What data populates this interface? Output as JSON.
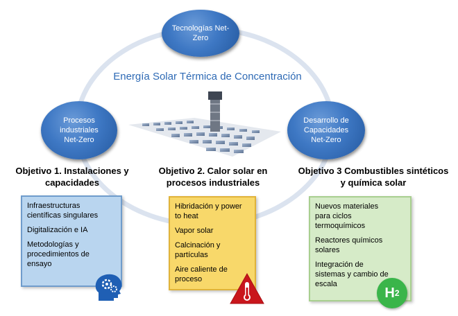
{
  "center_title": "Energía Solar Térmica de Concentración",
  "bubbles": {
    "top": "Tecnologías Net-\nZero",
    "left": "Procesos\nindustriales\nNet-Zero",
    "right": "Desarrollo de\nCapacidades\nNet-Zero"
  },
  "objectives": [
    {
      "title_line1": "Objetivo 1. Instalaciones y",
      "title_line2": "capacidades",
      "items": [
        "Infraestructuras\ncientíficas singulares",
        "Digitalización e IA",
        "Metodologías y\nprocedimientos de\nensayo"
      ],
      "icon": "brain-gears-icon",
      "color": "#b9d5ef"
    },
    {
      "title_line1": "Objetivo 2. Calor solar en",
      "title_line2": "procesos industriales",
      "items": [
        "Hibridación y power\nto heat",
        "Vapor solar",
        "Calcinación y\npartículas",
        "Aire caliente de\nproceso"
      ],
      "icon": "thermometer-warning-icon",
      "color": "#f8d86a"
    },
    {
      "title_line1": "Objetivo 3 Combustibles sintéticos",
      "title_line2": "y química solar",
      "items": [
        "Nuevos materiales\npara ciclos\ntermoquímicos",
        "Reactores químicos\nsolares",
        "Integración de\nsistemas y cambio de\nescala"
      ],
      "icon": "h2-icon",
      "color": "#d6ebc8"
    }
  ],
  "h2_label": "H",
  "h2_sub": "2",
  "center_image": "solar-tower-heliostat-field"
}
